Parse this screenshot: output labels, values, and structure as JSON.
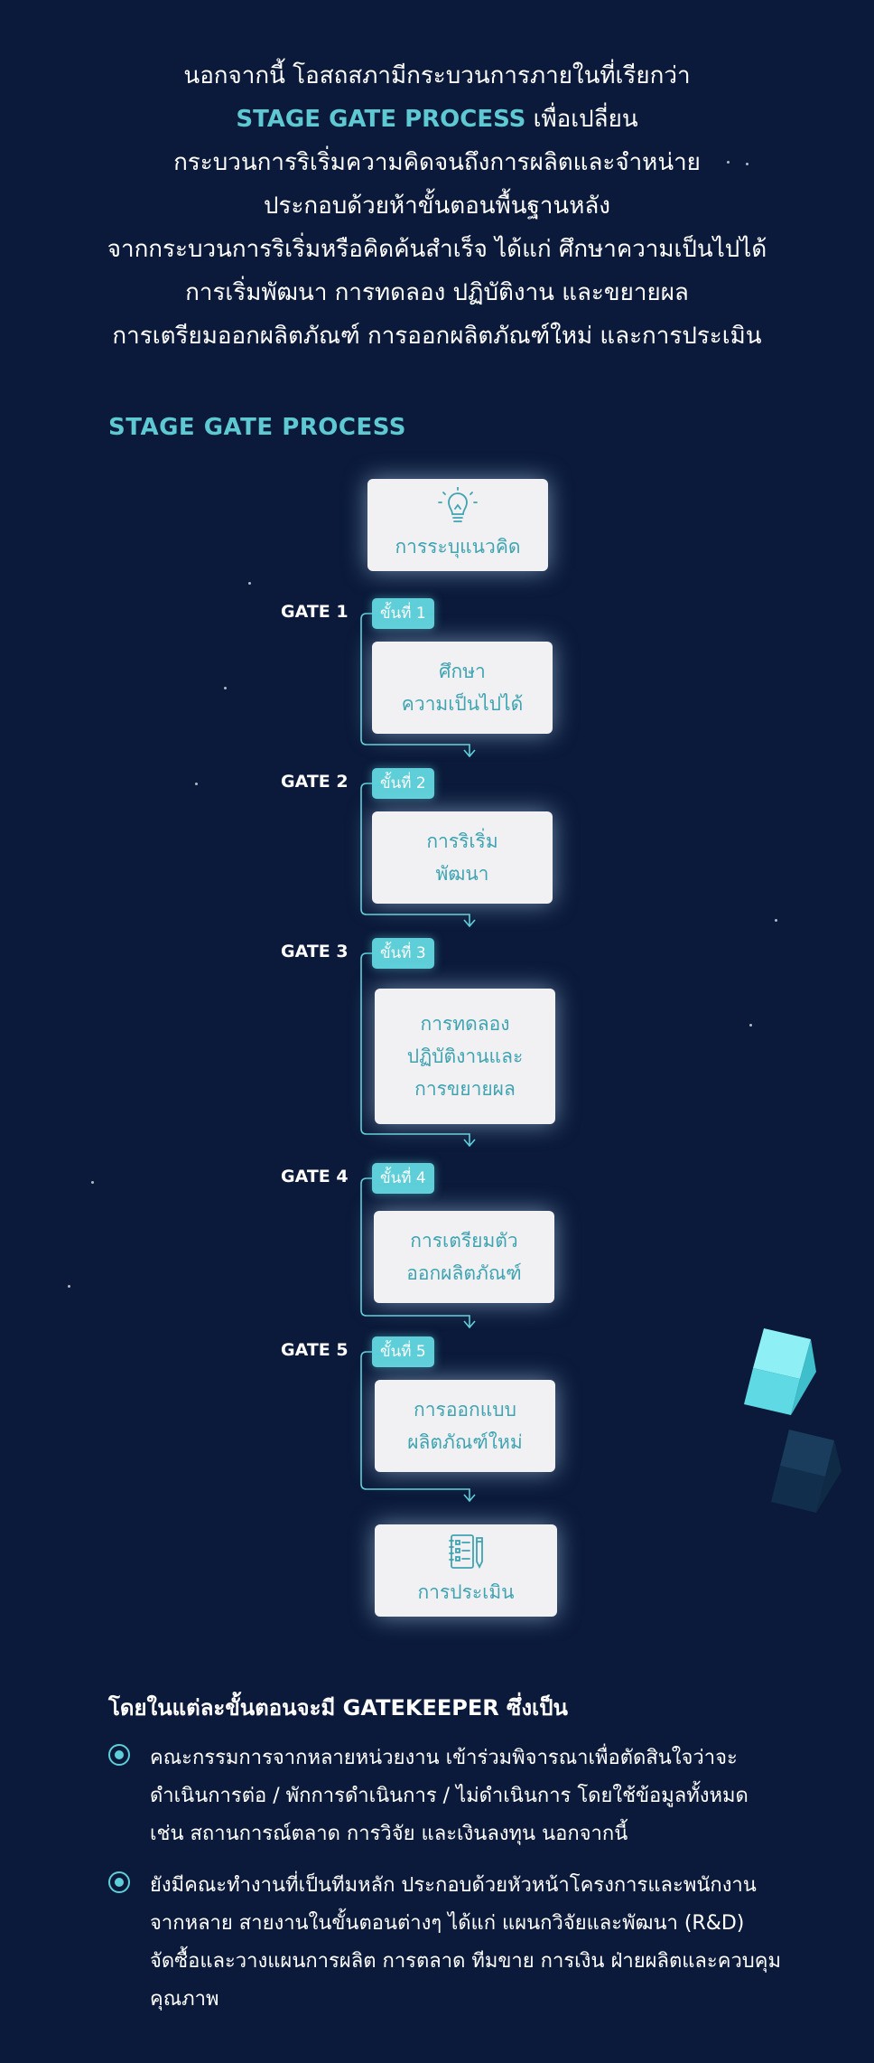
{
  "intro": {
    "line1": "นอกจากนี้ โอสถสภามีกระบวนการภายในที่เรียกว่า",
    "highlight": "STAGE GATE PROCESS",
    "line2_rest": " เพื่อเปลี่ยน",
    "line3": "กระบวนการริเริ่มความคิดจนถึงการผลิตและจำหน่าย",
    "line4": "ประกอบด้วยห้าขั้นตอนพื้นฐานหลัง",
    "line5": "จากกระบวนการริเริ่มหรือคิดค้นสำเร็จ ได้แก่ ศึกษาความเป็นไปได้",
    "line6": "การเริ่มพัฒนา การทดลอง ปฏิบัติงาน และขยายผล",
    "line7": "การเตรียมออกผลิตภัณฑ์ การออกผลิตภัณฑ์ใหม่ และการประเมิน"
  },
  "section_title": "STAGE GATE PROCESS",
  "diagram": {
    "start_card": {
      "label": "การระบุแนวคิด",
      "icon": "lightbulb-icon"
    },
    "stages": [
      {
        "gate": "GATE 1",
        "step": "ขั้นที่ 1",
        "lines": [
          "ศึกษา",
          "ความเป็นไปได้"
        ]
      },
      {
        "gate": "GATE 2",
        "step": "ขั้นที่ 2",
        "lines": [
          "การริเริ่ม",
          "พัฒนา"
        ]
      },
      {
        "gate": "GATE 3",
        "step": "ขั้นที่ 3",
        "lines": [
          "การทดลอง",
          "ปฏิบัติงานและ",
          "การขยายผล"
        ]
      },
      {
        "gate": "GATE 4",
        "step": "ขั้นที่ 4",
        "lines": [
          "การเตรียมตัว",
          "ออกผลิตภัณฑ์"
        ]
      },
      {
        "gate": "GATE 5",
        "step": "ขั้นที่ 5",
        "lines": [
          "การออกแบบ",
          "ผลิตภัณฑ์ใหม่"
        ]
      }
    ],
    "end_card": {
      "label": "การประเมิน",
      "icon": "checklist-notebook-icon"
    },
    "colors": {
      "accent": "#5ecfd9",
      "card_text": "#3fa3b1",
      "background": "#0b1a3a"
    }
  },
  "gatekeeper": {
    "title": "โดยในแต่ละขั้นตอนจะมี GATEKEEPER ซึ่งเป็น",
    "bullets": [
      {
        "lines": [
          "คณะกรรมการจากหลายหน่วยงาน เข้าร่วมพิจารณาเพื่อตัดสินใจว่าจะ",
          "ดำเนินการต่อ / พักการดำเนินการ / ไม่ดำเนินการ โดยใช้ข้อมูลทั้งหมด",
          "เช่น สถานการณ์ตลาด การวิจัย และเงินลงทุน นอกจากนี้"
        ]
      },
      {
        "lines": [
          "ยังมีคณะทำงานที่เป็นทีมหลัก ประกอบด้วยหัวหน้าโครงการและพนักงาน",
          "จากหลาย สายงานในขั้นตอนต่างๆ ได้แก่ แผนกวิจัยและพัฒนา (R&D)",
          "จัดซื้อและวางแผนการผลิต การตลาด ทีมขาย การเงิน ฝ่ายผลิตและควบคุม",
          "คุณภาพ"
        ]
      }
    ]
  }
}
